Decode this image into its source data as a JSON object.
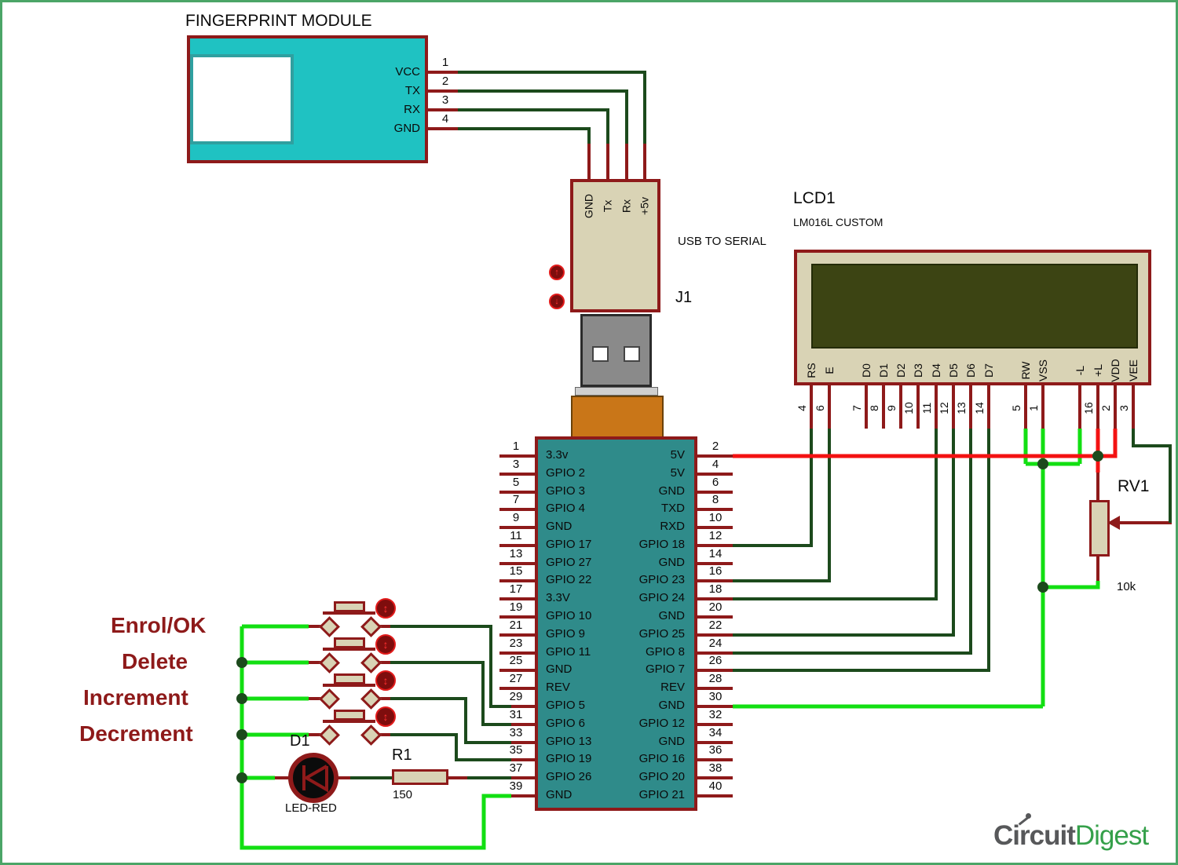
{
  "fingerprint_module": {
    "title": "FINGERPRINT MODULE",
    "pins": [
      {
        "label": "VCC",
        "n": "1"
      },
      {
        "label": "TX",
        "n": "2"
      },
      {
        "label": "RX",
        "n": "3"
      },
      {
        "label": "GND",
        "n": "4"
      }
    ]
  },
  "usb_serial": {
    "caption": "USB TO SERIAL",
    "ref": "J1",
    "top_pins": [
      "GND",
      "Tx",
      "Rx",
      "+5v"
    ],
    "up_arrow": "↑",
    "down_arrow": "↓"
  },
  "lcd": {
    "ref": "LCD1",
    "part": "LM016L CUSTOM",
    "pins": [
      {
        "label": "RS",
        "n": "4"
      },
      {
        "label": "E",
        "n": "6"
      },
      {
        "label": "D0",
        "n": "7"
      },
      {
        "label": "D1",
        "n": "8"
      },
      {
        "label": "D2",
        "n": "9"
      },
      {
        "label": "D3",
        "n": "10"
      },
      {
        "label": "D4",
        "n": "11"
      },
      {
        "label": "D5",
        "n": "12"
      },
      {
        "label": "D6",
        "n": "13"
      },
      {
        "label": "D7",
        "n": "14"
      },
      {
        "label": "RW",
        "n": "5"
      },
      {
        "label": "VSS",
        "n": "1"
      },
      {
        "label": "-L",
        "n": ""
      },
      {
        "label": "+L",
        "n": "16"
      },
      {
        "label": "VDD",
        "n": "2"
      },
      {
        "label": "VEE",
        "n": "3"
      }
    ]
  },
  "gpio": {
    "left": [
      {
        "n": "1",
        "label": "3.3v"
      },
      {
        "n": "3",
        "label": "GPIO 2"
      },
      {
        "n": "5",
        "label": "GPIO 3"
      },
      {
        "n": "7",
        "label": "GPIO 4"
      },
      {
        "n": "9",
        "label": "GND"
      },
      {
        "n": "11",
        "label": "GPIO 17"
      },
      {
        "n": "13",
        "label": "GPIO 27"
      },
      {
        "n": "15",
        "label": "GPIO 22"
      },
      {
        "n": "17",
        "label": "3.3V"
      },
      {
        "n": "19",
        "label": "GPIO 10"
      },
      {
        "n": "21",
        "label": "GPIO 9"
      },
      {
        "n": "23",
        "label": "GPIO 11"
      },
      {
        "n": "25",
        "label": "GND"
      },
      {
        "n": "27",
        "label": "REV"
      },
      {
        "n": "29",
        "label": "GPIO 5"
      },
      {
        "n": "31",
        "label": "GPIO 6"
      },
      {
        "n": "33",
        "label": "GPIO 13"
      },
      {
        "n": "35",
        "label": "GPIO 19"
      },
      {
        "n": "37",
        "label": "GPIO 26"
      },
      {
        "n": "39",
        "label": "GND"
      }
    ],
    "right": [
      {
        "n": "2",
        "label": "5V"
      },
      {
        "n": "4",
        "label": "5V"
      },
      {
        "n": "6",
        "label": "GND"
      },
      {
        "n": "8",
        "label": "TXD"
      },
      {
        "n": "10",
        "label": "RXD"
      },
      {
        "n": "12",
        "label": "GPIO 18"
      },
      {
        "n": "14",
        "label": "GND"
      },
      {
        "n": "16",
        "label": "GPIO 23"
      },
      {
        "n": "18",
        "label": "GPIO 24"
      },
      {
        "n": "20",
        "label": "GND"
      },
      {
        "n": "22",
        "label": "GPIO 25"
      },
      {
        "n": "24",
        "label": "GPIO 8"
      },
      {
        "n": "26",
        "label": "GPIO 7"
      },
      {
        "n": "28",
        "label": "REV"
      },
      {
        "n": "30",
        "label": "GND"
      },
      {
        "n": "32",
        "label": "GPIO 12"
      },
      {
        "n": "34",
        "label": "GND"
      },
      {
        "n": "36",
        "label": "GPIO 16"
      },
      {
        "n": "38",
        "label": "GPIO 20"
      },
      {
        "n": "40",
        "label": "GPIO 21"
      }
    ]
  },
  "buttons": {
    "items": [
      "Enrol/OK",
      "Delete",
      "Increment",
      "Decrement"
    ],
    "actuator_icon": "↕"
  },
  "led": {
    "ref": "D1",
    "type": "LED-RED"
  },
  "resistor": {
    "ref": "R1",
    "value": "150"
  },
  "potentiometer": {
    "ref": "RV1",
    "value": "10k"
  },
  "logo": {
    "first": "Circuit",
    "second": "Digest"
  },
  "colors": {
    "wire_dark_red": "#8E1A1A",
    "wire_dark_green": "#1C4A1C",
    "wire_bright_green": "#12DF12",
    "wire_bright_red": "#F31212",
    "module_teal": "#1FC2C2",
    "gpio_teal": "#2F8B8A",
    "component_beige": "#D9D3B5",
    "lcd_screen": "#3C4413",
    "usb_orange": "#C97618",
    "frame_green": "#4BA567"
  }
}
